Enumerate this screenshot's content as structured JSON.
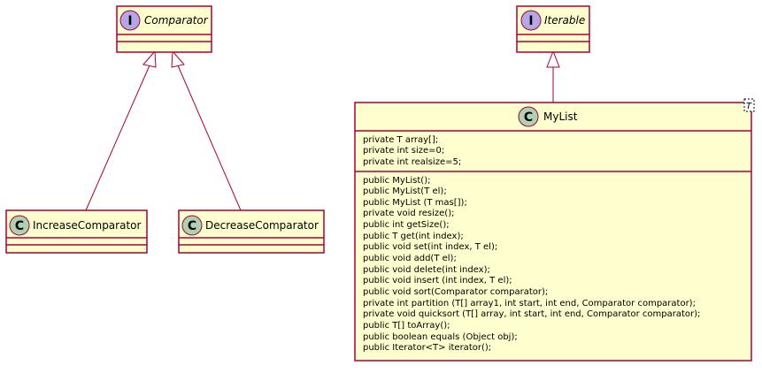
{
  "diagram": {
    "comparator": {
      "stereotype_letter": "I",
      "name": "Comparator"
    },
    "iterable": {
      "stereotype_letter": "I",
      "name": "Iterable"
    },
    "increase_comparator": {
      "stereotype_letter": "C",
      "name": "IncreaseComparator"
    },
    "decrease_comparator": {
      "stereotype_letter": "C",
      "name": "DecreaseComparator"
    },
    "mylist": {
      "stereotype_letter": "C",
      "name": "MyList",
      "type_parameter": "T",
      "fields": [
        "private T array[];",
        "private int size=0;",
        "private int realsize=5;"
      ],
      "methods": [
        "public MyList();",
        "public MyList(T el);",
        "public MyList (T mas[]);",
        "private void resize();",
        "public int getSize();",
        "public T get(int index);",
        "public void set(int index, T el);",
        "public void add(T el);",
        "public void delete(int index);",
        "public void insert (int index, T el);",
        "public void sort(Comparator comparator);",
        "private int partition (T[] array1, int start, int end, Comparator comparator);",
        "private void quicksort (T[] array, int start, int end, Comparator comparator);",
        "public T[] toArray();",
        "public boolean equals (Object obj);",
        "public Iterator<T> iterator();"
      ]
    }
  }
}
